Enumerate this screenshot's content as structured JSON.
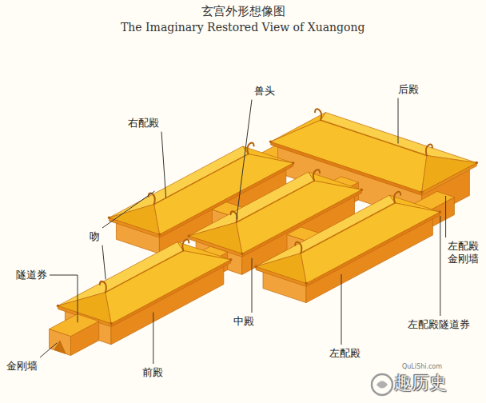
{
  "diagram": {
    "title": "玄宫外形想像图",
    "labels": [
      "The Imaginary Restored View of Xuangong",
      "兽头",
      "右配殿",
      "后殿",
      "吻",
      "隧道券",
      "中殿",
      "左配殿金刚墙",
      "左配殿隧道券",
      "左配殿",
      "金刚墙",
      "前殿",
      "趣历史",
      "QuLiShi.com"
    ]
  }
}
